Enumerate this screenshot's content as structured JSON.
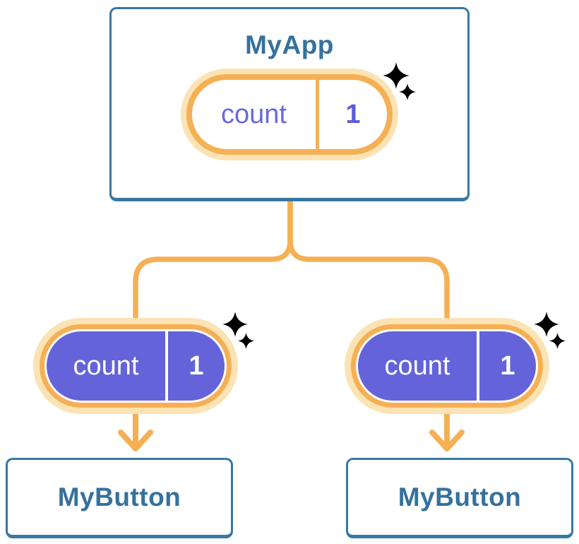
{
  "palette": {
    "card_border_blue": "#3878a2",
    "title_text_blue": "#35719d",
    "connector_orange": "#f5b055",
    "glow_peach": "#fbe3b4",
    "state_purple_fill": "#6463da",
    "state_purple_text": "#6a69de",
    "white": "#ffffff"
  },
  "tree": {
    "root": {
      "title": "MyApp",
      "state": {
        "label": "count",
        "value": "1"
      }
    },
    "children": [
      {
        "title": "MyButton",
        "state": {
          "label": "count",
          "value": "1"
        }
      },
      {
        "title": "MyButton",
        "state": {
          "label": "count",
          "value": "1"
        }
      }
    ]
  },
  "icons": {
    "sparkle": "four-point-star-sparkle"
  }
}
